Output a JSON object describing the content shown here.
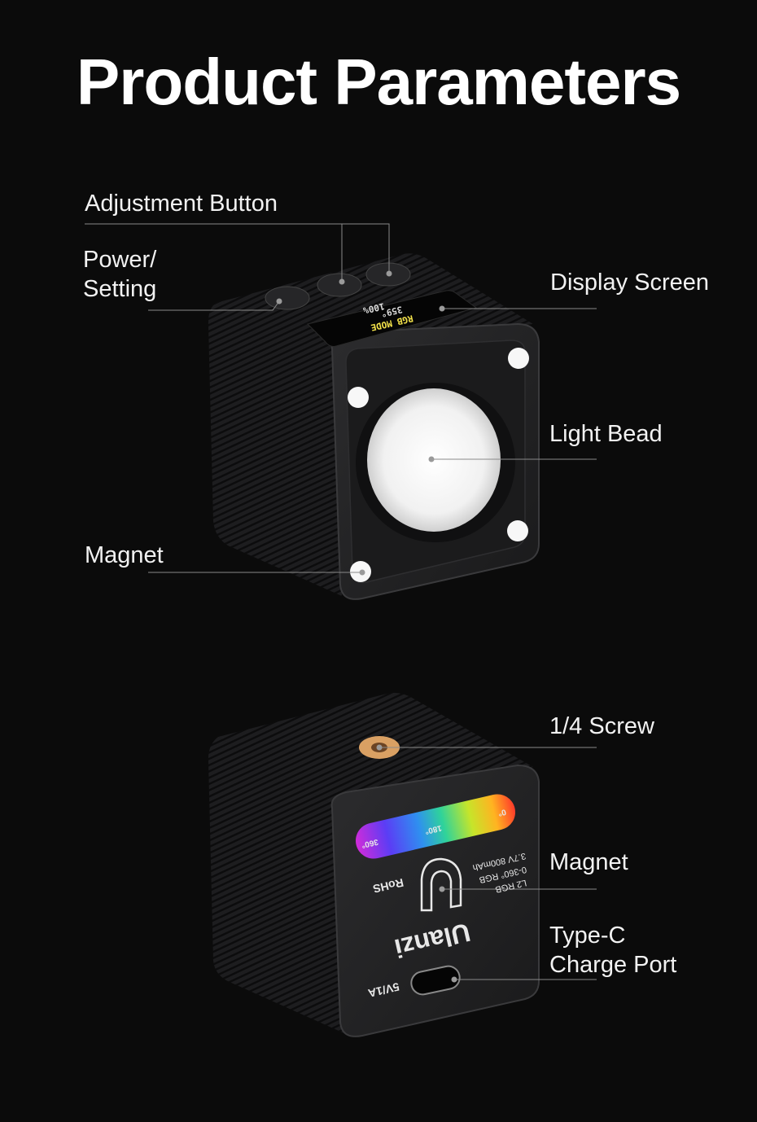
{
  "title": "Product Parameters",
  "callouts": {
    "adjustment_button": "Adjustment Button",
    "power_setting_line1": "Power/",
    "power_setting_line2": "Setting",
    "display_screen": "Display Screen",
    "light_bead": "Light Bead",
    "magnet_top": "Magnet",
    "screw": "1/4 Screw",
    "magnet_bottom": "Magnet",
    "type_c_line1": "Type-C",
    "type_c_line2": "Charge Port"
  },
  "device_screen": {
    "mode": "RGB MODE",
    "hue": "359°",
    "brightness": "100%"
  },
  "device_bottom": {
    "brand": "Ulanzi",
    "model": "L2 RGB",
    "range": "0-360° RGB",
    "battery": "3.7V 800mAh",
    "input": "5V/1A",
    "scale_start": "0°",
    "scale_mid": "180°",
    "scale_end": "360°",
    "certs": "RoHS"
  },
  "colors": {
    "background": "#0b0b0b",
    "leader_line": "#8a8a8a",
    "screw_brass": "#d9a063",
    "screen_text_yellow": "#f3e24a",
    "screen_text_blue": "#7fb8ff"
  }
}
